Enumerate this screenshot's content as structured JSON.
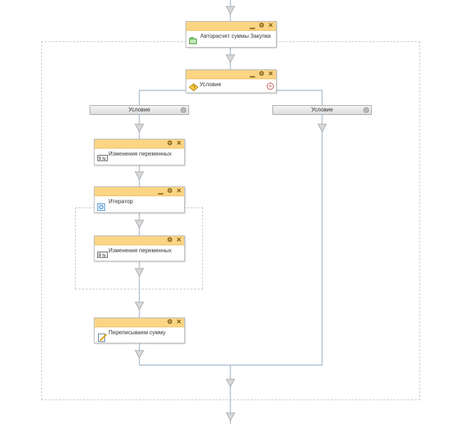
{
  "blocks": {
    "autocalc": {
      "title": "Авторасчет суммы Закупки",
      "icon": "calculator-icon"
    },
    "condition": {
      "title": "Условие",
      "icon": "condition-icon"
    },
    "change_vars_1": {
      "title": "Изменение переменных",
      "icon": "variables-icon"
    },
    "iterator": {
      "title": "Итератор",
      "icon": "iterator-icon"
    },
    "change_vars_2": {
      "title": "Изменение переменных",
      "icon": "variables-icon"
    },
    "rewrite_sum": {
      "title": "Переписываем сумму",
      "icon": "edit-icon"
    }
  },
  "branches": {
    "left": "Условие",
    "right": "Условие"
  },
  "header_buttons": {
    "minimize": "▁",
    "settings": "⚙",
    "close": "✕",
    "add": "+"
  },
  "colors": {
    "header": "#fbd584",
    "connector": "#a9bfd3",
    "arrow_fill": "#d8d8d8"
  }
}
